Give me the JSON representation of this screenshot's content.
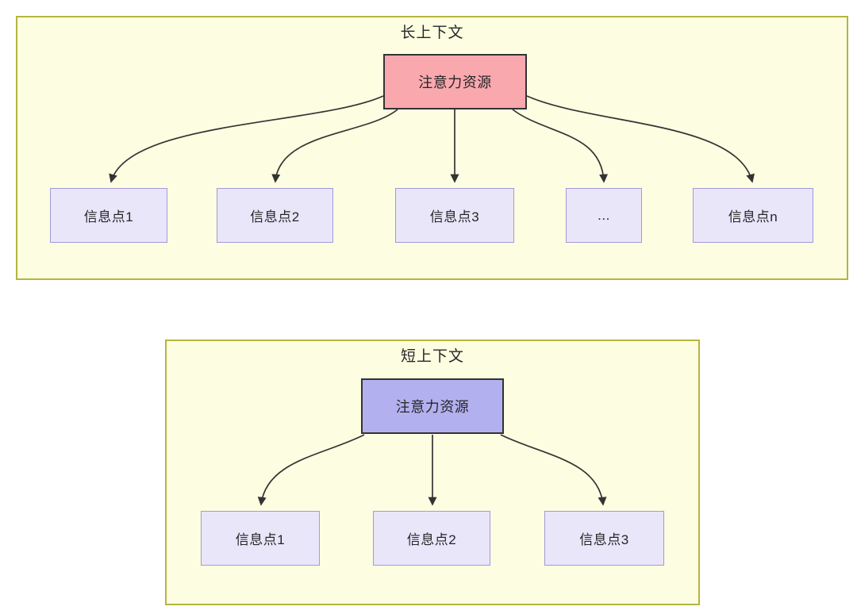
{
  "long_context": {
    "title": "长上下文",
    "source_label": "注意力资源",
    "nodes": [
      {
        "label": "信息点1"
      },
      {
        "label": "信息点2"
      },
      {
        "label": "信息点3"
      },
      {
        "label": "..."
      },
      {
        "label": "信息点n"
      }
    ]
  },
  "short_context": {
    "title": "短上下文",
    "source_label": "注意力资源",
    "nodes": [
      {
        "label": "信息点1"
      },
      {
        "label": "信息点2"
      },
      {
        "label": "信息点3"
      }
    ]
  },
  "colors": {
    "container_fill": "#FDFDE1",
    "container_border": "#B5B53E",
    "long_source_fill": "#F9A8AE",
    "short_source_fill": "#B3B0F0",
    "info_node_fill": "#E9E6FA",
    "info_node_border": "#A398DB",
    "source_border": "#333333",
    "arrow": "#333333",
    "text": "#262626"
  }
}
